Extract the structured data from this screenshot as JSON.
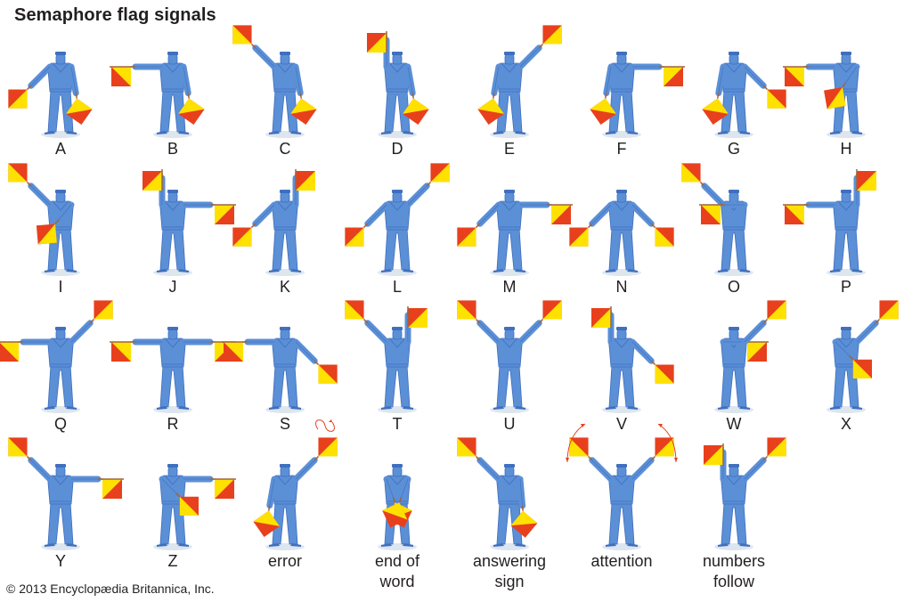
{
  "title": "Semaphore flag signals",
  "credit": "© 2013 Encyclopædia Britannica, Inc.",
  "colors": {
    "figure": "#5b8fd6",
    "figure_dark": "#3f6fbf",
    "flag_red": "#e8401c",
    "flag_yellow": "#ffe100",
    "arrow": "#e8401c",
    "text": "#231f20",
    "shadow": "#dde6ee"
  },
  "signals": [
    {
      "label": "A",
      "L": -45,
      "R": 10
    },
    {
      "label": "B",
      "L": -90,
      "R": 10
    },
    {
      "label": "C",
      "L": -135,
      "R": 10
    },
    {
      "label": "D",
      "L": 180,
      "R": 10
    },
    {
      "label": "E",
      "L": -10,
      "R": 135
    },
    {
      "label": "F",
      "L": -10,
      "R": 90
    },
    {
      "label": "G",
      "L": -10,
      "R": 45
    },
    {
      "label": "H",
      "L": -90,
      "R": -35,
      "cross": "R"
    },
    {
      "label": "I",
      "L": -135,
      "R": -40,
      "cross": "R"
    },
    {
      "label": "J",
      "L": 180,
      "R": 90
    },
    {
      "label": "K",
      "L": -45,
      "R": 180
    },
    {
      "label": "L",
      "L": -45,
      "R": 135
    },
    {
      "label": "M",
      "L": -45,
      "R": 90
    },
    {
      "label": "N",
      "L": -45,
      "R": 45
    },
    {
      "label": "O",
      "L": -135,
      "R": -90,
      "cross": "R"
    },
    {
      "label": "P",
      "L": -90,
      "R": 180
    },
    {
      "label": "Q",
      "L": -90,
      "R": 135
    },
    {
      "label": "R",
      "L": -90,
      "R": 90
    },
    {
      "label": "S",
      "L": -90,
      "R": 45
    },
    {
      "label": "T",
      "L": -135,
      "R": 180
    },
    {
      "label": "U",
      "L": -135,
      "R": 135
    },
    {
      "label": "V",
      "L": 180,
      "R": 45
    },
    {
      "label": "W",
      "L": 90,
      "R": 135,
      "cross": "L"
    },
    {
      "label": "X",
      "L": 45,
      "R": 135,
      "cross": "L"
    },
    {
      "label": "Y",
      "L": -135,
      "R": 90
    },
    {
      "label": "Z",
      "L": 45,
      "R": 90,
      "cross": "L"
    },
    {
      "label": "error",
      "L": -10,
      "R": 135,
      "annotation": "figure-eight-arrow"
    },
    {
      "label": "end of word",
      "label_lines": [
        "end of",
        "word"
      ],
      "L": 20,
      "R": -20,
      "cross": "both"
    },
    {
      "label": "answering sign",
      "label_lines": [
        "answering",
        "sign"
      ],
      "L": -135,
      "R": 5
    },
    {
      "label": "attention",
      "L": -135,
      "R": 135,
      "annotation": "swing-arcs"
    },
    {
      "label": "numbers follow",
      "label_lines": [
        "numbers",
        "follow"
      ],
      "L": 180,
      "R": 135
    }
  ],
  "grid": {
    "columns": 8,
    "column_centers": [
      68,
      194,
      320,
      446,
      572,
      698,
      824,
      950
    ],
    "label_tops": [
      156,
      311,
      465,
      619
    ]
  }
}
